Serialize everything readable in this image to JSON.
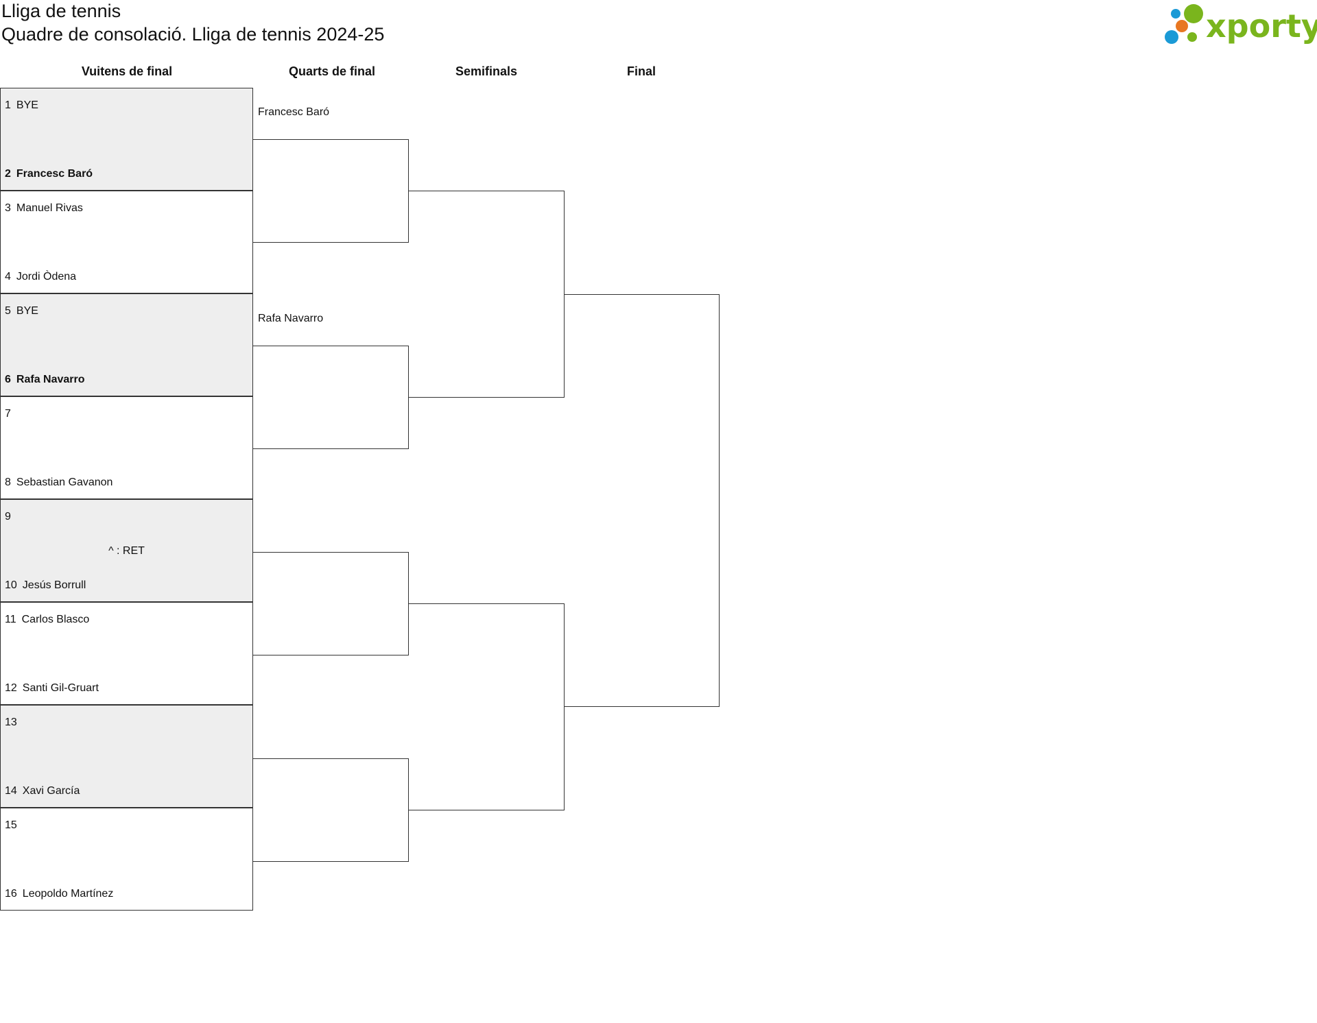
{
  "header": {
    "title": "Lliga de tennis",
    "subtitle": "Quadre de consolació. Lliga de tennis 2024-25",
    "logo_text": "xporty"
  },
  "rounds": [
    "Vuitens de final",
    "Quarts de final",
    "Semifinals",
    "Final"
  ],
  "matches": [
    {
      "top": {
        "seed": "1",
        "name": "BYE"
      },
      "bottom": {
        "seed": "2",
        "name": "Francesc Baró"
      },
      "winner": "bottom",
      "shaded": true,
      "note": ""
    },
    {
      "top": {
        "seed": "3",
        "name": "Manuel Rivas"
      },
      "bottom": {
        "seed": "4",
        "name": "Jordi Òdena"
      },
      "winner": "",
      "shaded": false,
      "note": ""
    },
    {
      "top": {
        "seed": "5",
        "name": "BYE"
      },
      "bottom": {
        "seed": "6",
        "name": "Rafa Navarro"
      },
      "winner": "bottom",
      "shaded": true,
      "note": ""
    },
    {
      "top": {
        "seed": "7",
        "name": ""
      },
      "bottom": {
        "seed": "8",
        "name": "Sebastian Gavanon"
      },
      "winner": "",
      "shaded": false,
      "note": ""
    },
    {
      "top": {
        "seed": "9",
        "name": ""
      },
      "bottom": {
        "seed": "10",
        "name": "Jesús Borrull"
      },
      "winner": "",
      "shaded": true,
      "note": "^ : RET"
    },
    {
      "top": {
        "seed": "11",
        "name": "Carlos Blasco"
      },
      "bottom": {
        "seed": "12",
        "name": "Santi Gil-Gruart"
      },
      "winner": "",
      "shaded": false,
      "note": ""
    },
    {
      "top": {
        "seed": "13",
        "name": ""
      },
      "bottom": {
        "seed": "14",
        "name": "Xavi García"
      },
      "winner": "",
      "shaded": true,
      "note": ""
    },
    {
      "top": {
        "seed": "15",
        "name": ""
      },
      "bottom": {
        "seed": "16",
        "name": "Leopoldo Martínez"
      },
      "winner": "",
      "shaded": false,
      "note": ""
    }
  ],
  "quarterfinal_entrants": [
    "Francesc Baró",
    "Rafa Navarro",
    "",
    ""
  ],
  "colors": {
    "border": "#333333",
    "shaded_row": "#eeeeee",
    "logo_green": "#7ab51d",
    "logo_blue": "#1b9ad6",
    "logo_orange": "#e87722"
  }
}
